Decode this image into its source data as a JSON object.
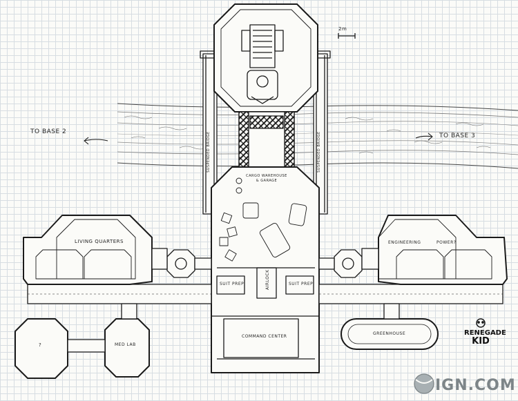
{
  "map": {
    "scale_label": "2m",
    "labels": {
      "to_base_2": "TO BASE 2",
      "to_base_3": "TO BASE 3",
      "living_quarters": "LIVING QUARTERS",
      "cargo": "CARGO WAREHOUSE & GARAGE",
      "airlock": "AIRLOCK",
      "suit_prep_left": "SUIT PREP",
      "suit_prep_right": "SUIT PREP",
      "command_center": "COMMAND CENTER",
      "greenhouse": "GREENHOUSE",
      "engineering": "ENGINEERING",
      "power": "POWER?",
      "med_lab": "MED LAB",
      "unknown_room": "?",
      "bridge_left": "SUSPENDED BRIDGE",
      "bridge_right": "SUSPENDED BRIDGE"
    },
    "logos": {
      "renegade_line1": "RENEGADE",
      "renegade_line2": "KID",
      "ign": "IGN.COM"
    }
  }
}
